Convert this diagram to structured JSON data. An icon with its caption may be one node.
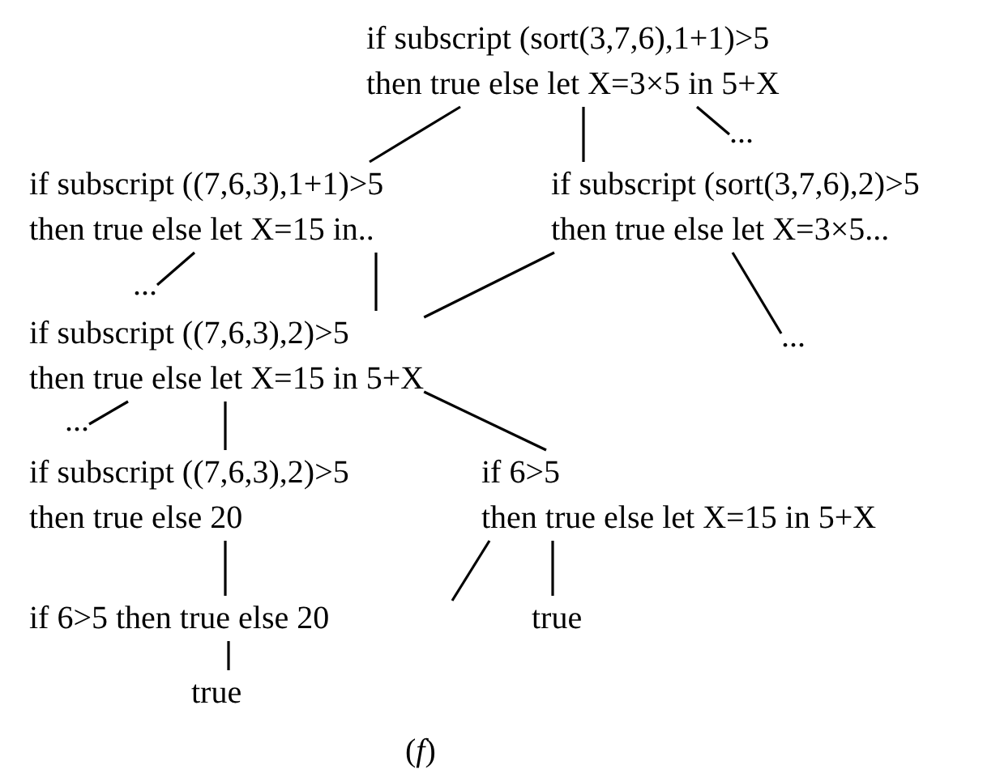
{
  "diagram": {
    "caption": "(*f*)",
    "nodes": [
      {
        "text": [
          "if subscript (sort(3,7,6),1+1)>5",
          "then true else let X=3×5 in 5+X"
        ]
      },
      {
        "text": [
          "..."
        ]
      },
      {
        "text": [
          "if subscript ((7,6,3),1+1)>5",
          "then true else let X=15 in.."
        ]
      },
      {
        "text": [
          "if subscript (sort(3,7,6),2)>5",
          "then true else let X=3×5..."
        ]
      },
      {
        "text": [
          "..."
        ]
      },
      {
        "text": [
          "if subscript ((7,6,3),2)>5",
          "then true else let X=15 in 5+X"
        ]
      },
      {
        "text": [
          "..."
        ]
      },
      {
        "text": [
          "..."
        ]
      },
      {
        "text": [
          "if subscript ((7,6,3),2)>5",
          "then true else 20"
        ]
      },
      {
        "text": [
          "if 6>5",
          "then true else let X=15 in 5+X"
        ]
      },
      {
        "text": [
          "if 6>5 then true else 20"
        ]
      },
      {
        "text": [
          "true"
        ]
      },
      {
        "text": [
          "true"
        ]
      }
    ],
    "edges": [
      {
        "from": 0,
        "to": 2,
        "arrow": "none"
      },
      {
        "from": 0,
        "to": 3,
        "arrow": "none"
      },
      {
        "from": 0,
        "to": 1,
        "arrow": "none"
      },
      {
        "from": 2,
        "to": 4,
        "arrow": "none"
      },
      {
        "from": 2,
        "to": 5,
        "arrow": "none"
      },
      {
        "from": 3,
        "to": 5,
        "arrow": "none"
      },
      {
        "from": 3,
        "to": 6,
        "arrow": "none"
      },
      {
        "from": 5,
        "to": 7,
        "arrow": "none"
      },
      {
        "from": 5,
        "to": 8,
        "arrow": "none"
      },
      {
        "from": 5,
        "to": 9,
        "arrow": "none"
      },
      {
        "from": 8,
        "to": 10,
        "arrow": "none"
      },
      {
        "from": 9,
        "to": null,
        "arrow": "none"
      },
      {
        "from": 9,
        "to": 11,
        "arrow": "none"
      },
      {
        "from": 10,
        "to": 12,
        "arrow": "none"
      }
    ]
  }
}
